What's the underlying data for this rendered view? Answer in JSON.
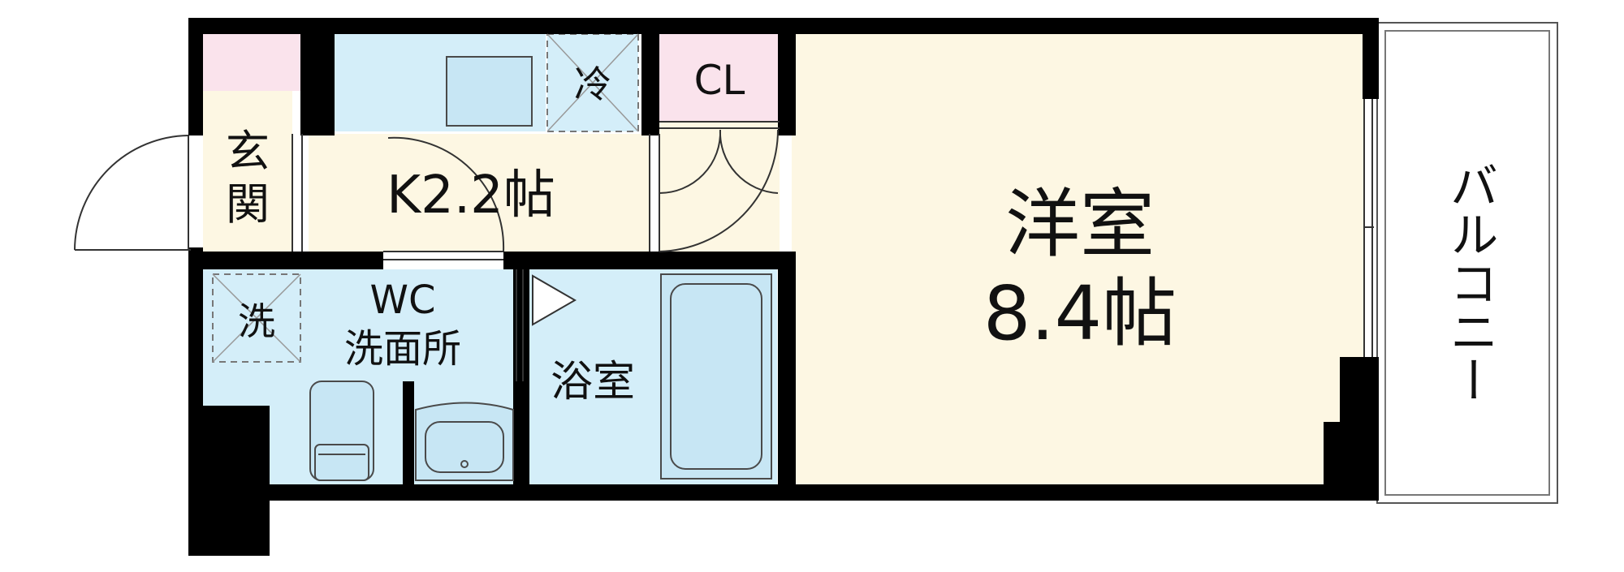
{
  "floor_plan": {
    "rooms": {
      "genkan": {
        "label_line1": "玄",
        "label_line2": "関"
      },
      "kitchen": {
        "label": "K2.2帖"
      },
      "fridge": {
        "label": "冷"
      },
      "closet": {
        "label": "CL"
      },
      "western_room": {
        "label_line1": "洋室",
        "label_line2": "8.4帖"
      },
      "washer": {
        "label": "洗"
      },
      "wc": {
        "label_line1": "WC",
        "label_line2": "洗面所"
      },
      "bath": {
        "label": "浴室"
      },
      "balcony": {
        "label": "バルコニー"
      }
    },
    "colors": {
      "wall": "#000000",
      "water_area": "#d4eef9",
      "dry_area": "#fdf7e3",
      "storage": "#fae3ec",
      "fixture_stroke": "#4a4a4a",
      "fixture_fill": "#c7e6f4"
    }
  }
}
